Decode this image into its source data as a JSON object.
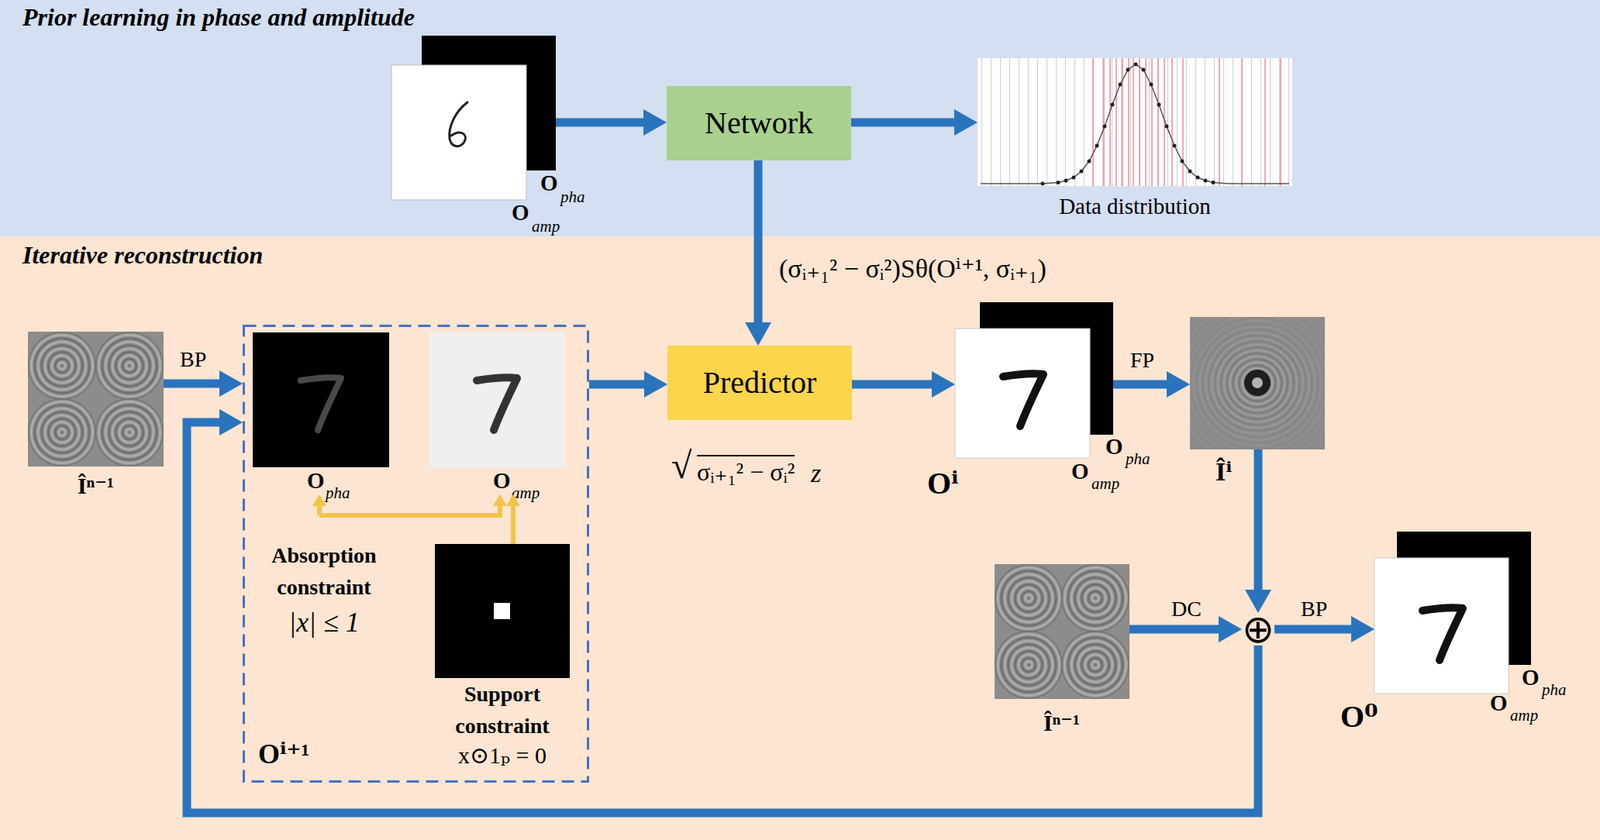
{
  "diagram": {
    "nodes": [
      {
        "text": [
          "Prior learning in phase and amplitude"
        ]
      },
      {
        "text": [
          "O",
          "pha",
          "O",
          "amp"
        ],
        "in": 0
      },
      {
        "text": [
          "Network"
        ],
        "in": 0
      },
      {
        "text": [
          "Data distribution"
        ],
        "in": 0
      },
      {
        "text": [
          "Iterative reconstruction"
        ]
      },
      {
        "text": [
          "Îⁿ⁻¹"
        ],
        "in": 4
      },
      {
        "text": [
          "Oⁱ⁺¹"
        ],
        "in": 4
      },
      {
        "text": [
          "O",
          "pha"
        ],
        "in": 6
      },
      {
        "text": [
          "O",
          "amp"
        ],
        "in": 6
      },
      {
        "text": [
          "Support constraint",
          "x⊙1ₚ = 0"
        ],
        "in": 6
      },
      {
        "text": [
          "Predictor"
        ],
        "in": 4
      },
      {
        "text": [
          "O",
          "pha",
          "O",
          "amp",
          "Oⁱ"
        ],
        "in": 4
      },
      {
        "text": [
          "Îⁱ"
        ],
        "in": 4
      },
      {
        "text": [
          "Îⁿ⁻¹"
        ],
        "in": 4
      },
      {
        "text": [
          "⊕"
        ],
        "in": 4
      },
      {
        "text": [
          "O",
          "pha",
          "O",
          "amp",
          "O⁰"
        ],
        "in": 4
      }
    ],
    "edges": [
      {
        "from": 1,
        "to": 2,
        "arrow": "to"
      },
      {
        "from": 2,
        "to": 3,
        "arrow": "to"
      },
      {
        "from": 2,
        "to": 10,
        "label": "(σᵢ₊₁² − σᵢ²)Sθ(Oⁱ⁺¹, σᵢ₊₁)",
        "arrow": "to"
      },
      {
        "from": 5,
        "to": 6,
        "label": "BP",
        "arrow": "to"
      },
      {
        "from": 6,
        "to": 10,
        "arrow": "to"
      },
      {
        "from": 10,
        "to": 11,
        "arrow": "to"
      },
      {
        "from": 11,
        "to": 12,
        "label": "FP",
        "arrow": "to"
      },
      {
        "from": 12,
        "to": 14,
        "arrow": "to"
      },
      {
        "from": 13,
        "to": 14,
        "label": "DC",
        "arrow": "to"
      },
      {
        "from": 14,
        "to": 15,
        "label": "BP",
        "arrow": "to"
      },
      {
        "from": 14,
        "to": 6,
        "arrow": "to"
      }
    ],
    "labels": [
      "Absorption constraint",
      "|x| ≤ 1",
      "√",
      "σᵢ₊₁² − σᵢ²",
      "z"
    ]
  }
}
